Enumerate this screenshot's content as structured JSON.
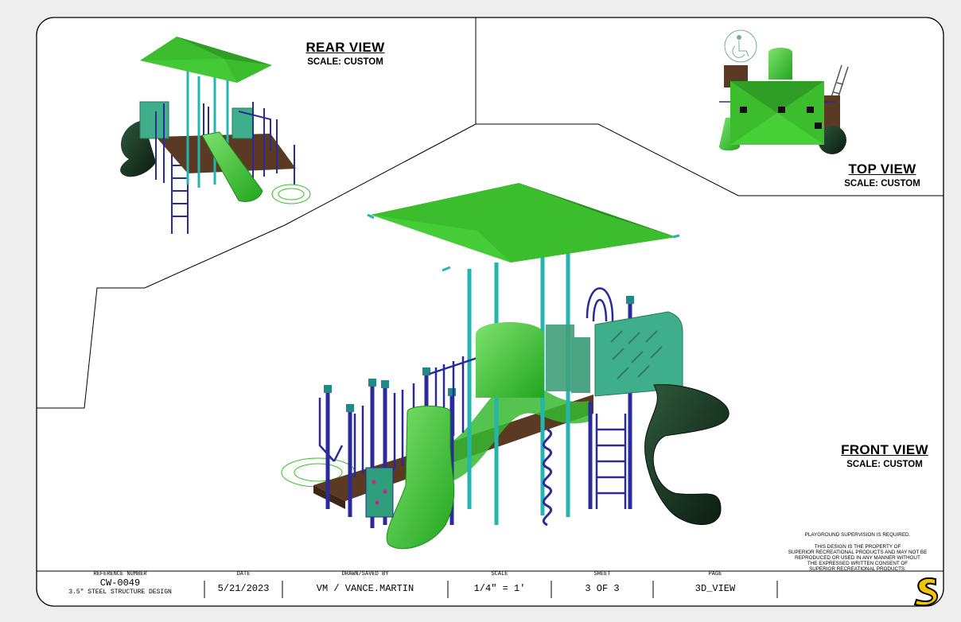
{
  "views": {
    "rear": {
      "title": "REAR VIEW",
      "scale": "SCALE: CUSTOM"
    },
    "top": {
      "title": "TOP VIEW",
      "scale": "SCALE: CUSTOM"
    },
    "front": {
      "title": "FRONT VIEW",
      "scale": "SCALE: CUSTOM"
    }
  },
  "notes": {
    "supervision": "PLAYGROUND SUPERVISION IS REQUIRED.",
    "property": "THIS DESIGN IS THE PROPERTY OF\nSUPERIOR RECREATIONAL PRODUCTS AND MAY NOT BE\nREPRODUCED OR USED IN ANY MANNER WITHOUT\nTHE EXPRESSED WRITTEN CONSENT OF\nSUPERIOR RECREATIONAL PRODUCTS."
  },
  "title_block": {
    "reference": {
      "label": "REFERENCE NUMBER",
      "value": "CW-0049",
      "sub": "3.5\" STEEL STRUCTURE DESIGN"
    },
    "date": {
      "label": "DATE",
      "value": "5/21/2023"
    },
    "drawn": {
      "label": "DRAWN/SAVED BY",
      "value": "VM / VANCE.MARTIN"
    },
    "scale": {
      "label": "SCALE",
      "value": "1/4\" = 1'"
    },
    "sheet": {
      "label": "SHEET",
      "value": "3 OF 3"
    },
    "page": {
      "label": "PAGE",
      "value": "3D_VIEW"
    }
  },
  "colors": {
    "canopy": "#3bbd2e",
    "canopy_dark": "#2f9e24",
    "post": "#25b5b0",
    "rail": "#2a2a9c",
    "slide_green": "#3fc83a",
    "slide_dark": "#0f2a1a",
    "panel": "#3fae8a",
    "deck": "#5a3a22"
  },
  "icons": [
    "wheelchair-accessibility-icon",
    "company-logo-s"
  ]
}
